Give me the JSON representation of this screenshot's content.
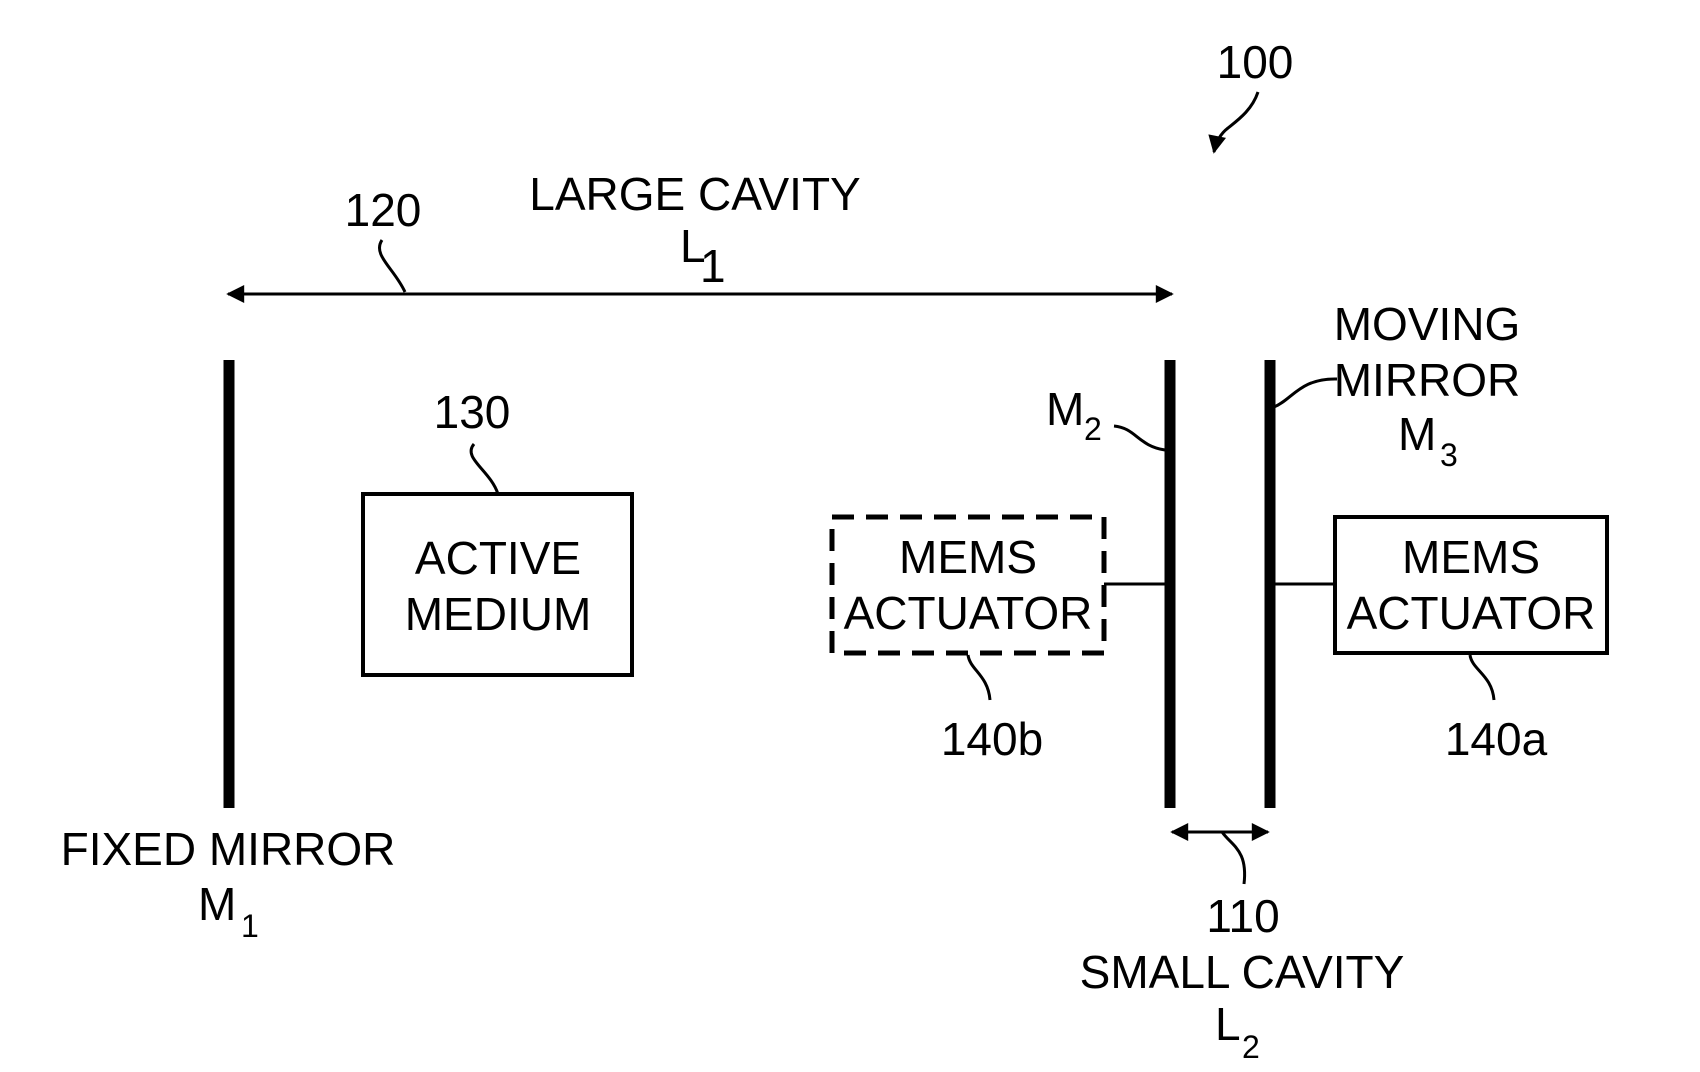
{
  "figure": {
    "ref_main": "100",
    "large_cavity": {
      "ref": "120",
      "line1": "LARGE CAVITY",
      "symbol": "L",
      "subscript": "1"
    },
    "small_cavity": {
      "ref": "110",
      "line1": "SMALL CAVITY",
      "symbol": "L",
      "subscript": "2"
    },
    "fixed_mirror": {
      "line1": "FIXED MIRROR",
      "symbol": "M",
      "subscript": "1"
    },
    "mirror_m2": {
      "symbol": "M",
      "subscript": "2"
    },
    "moving_mirror": {
      "line1": "MOVING",
      "line2": "MIRROR",
      "symbol": "M",
      "subscript": "3"
    },
    "active_medium": {
      "ref": "130",
      "line1": "ACTIVE",
      "line2": "MEDIUM"
    },
    "actuator_b": {
      "ref": "140b",
      "line1": "MEMS",
      "line2": "ACTUATOR",
      "style": "dashed"
    },
    "actuator_a": {
      "ref": "140a",
      "line1": "MEMS",
      "line2": "ACTUATOR",
      "style": "solid"
    }
  }
}
